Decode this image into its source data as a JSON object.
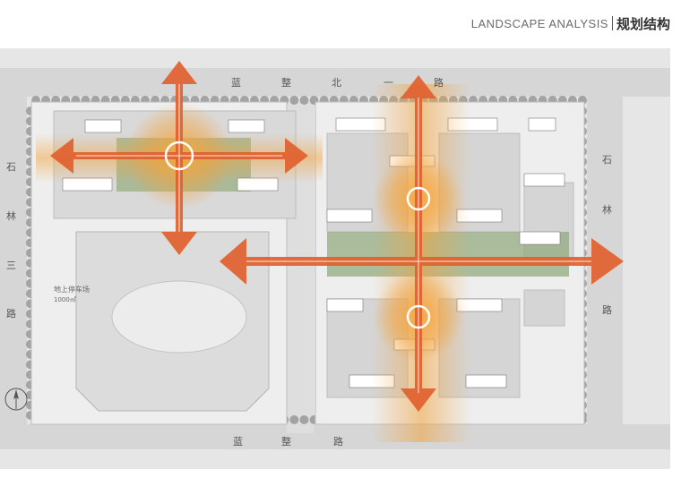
{
  "header": {
    "title_en": "LANDSCAPE ANALYSIS",
    "title_cn": "规划结构"
  },
  "roads": {
    "north": [
      "蓝",
      "整",
      "北",
      "一",
      "路"
    ],
    "south": [
      "蓝",
      "整",
      "路"
    ],
    "west": [
      "石",
      "林",
      "三",
      "路"
    ],
    "east": [
      "石",
      "林",
      "路"
    ]
  },
  "parking": {
    "title": "地上停车场",
    "capacity": "1000㎡"
  },
  "colors": {
    "axis_arrow": "#e1612f",
    "glow": "#f5a13a",
    "road": "#d9d9d9",
    "base": "#ebebeb",
    "tree": "#8c8c8c"
  },
  "north_icon": "north-arrow-icon"
}
